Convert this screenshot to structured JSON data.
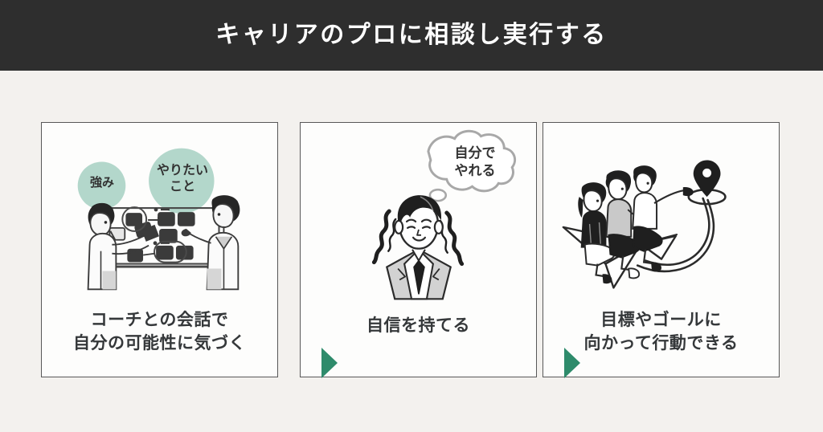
{
  "header": {
    "title": "キャリアのプロに相談し実行する",
    "background_color": "#2e2e2e",
    "text_color": "#ffffff"
  },
  "page": {
    "background_color": "#f3f1ee",
    "accent_green": "#2e8b6b",
    "mint_green": "#b3d7cb",
    "card_background": "#fdfdfc",
    "card_border_color": "#585858",
    "caption_color": "#35383a"
  },
  "cards": [
    {
      "id": "card-conversation",
      "caption_line_1": "コーチとの会話で",
      "caption_line_2": "自分の可能性に気づく",
      "bubbles": [
        {
          "label": "強み"
        },
        {
          "label_line_1": "やりたい",
          "label_line_2": "こと"
        }
      ],
      "illustration_name": "two-people-whiteboard-illustration"
    },
    {
      "id": "card-confidence",
      "caption_line_1": "自信を持てる",
      "caption_line_2": "",
      "thought_bubble": {
        "line_1": "自分で",
        "line_2": "やれる"
      },
      "illustration_name": "confident-person-illustration"
    },
    {
      "id": "card-action",
      "caption_line_1": "目標やゴールに",
      "caption_line_2": "向かって行動できる",
      "illustration_name": "paper-airplane-team-goal-illustration"
    }
  ],
  "arrows": [
    {
      "name": "arrow-card1-to-card2",
      "direction": "right",
      "color": "#2e8b6b"
    },
    {
      "name": "arrow-card2-to-card3",
      "direction": "right",
      "color": "#2e8b6b"
    }
  ]
}
